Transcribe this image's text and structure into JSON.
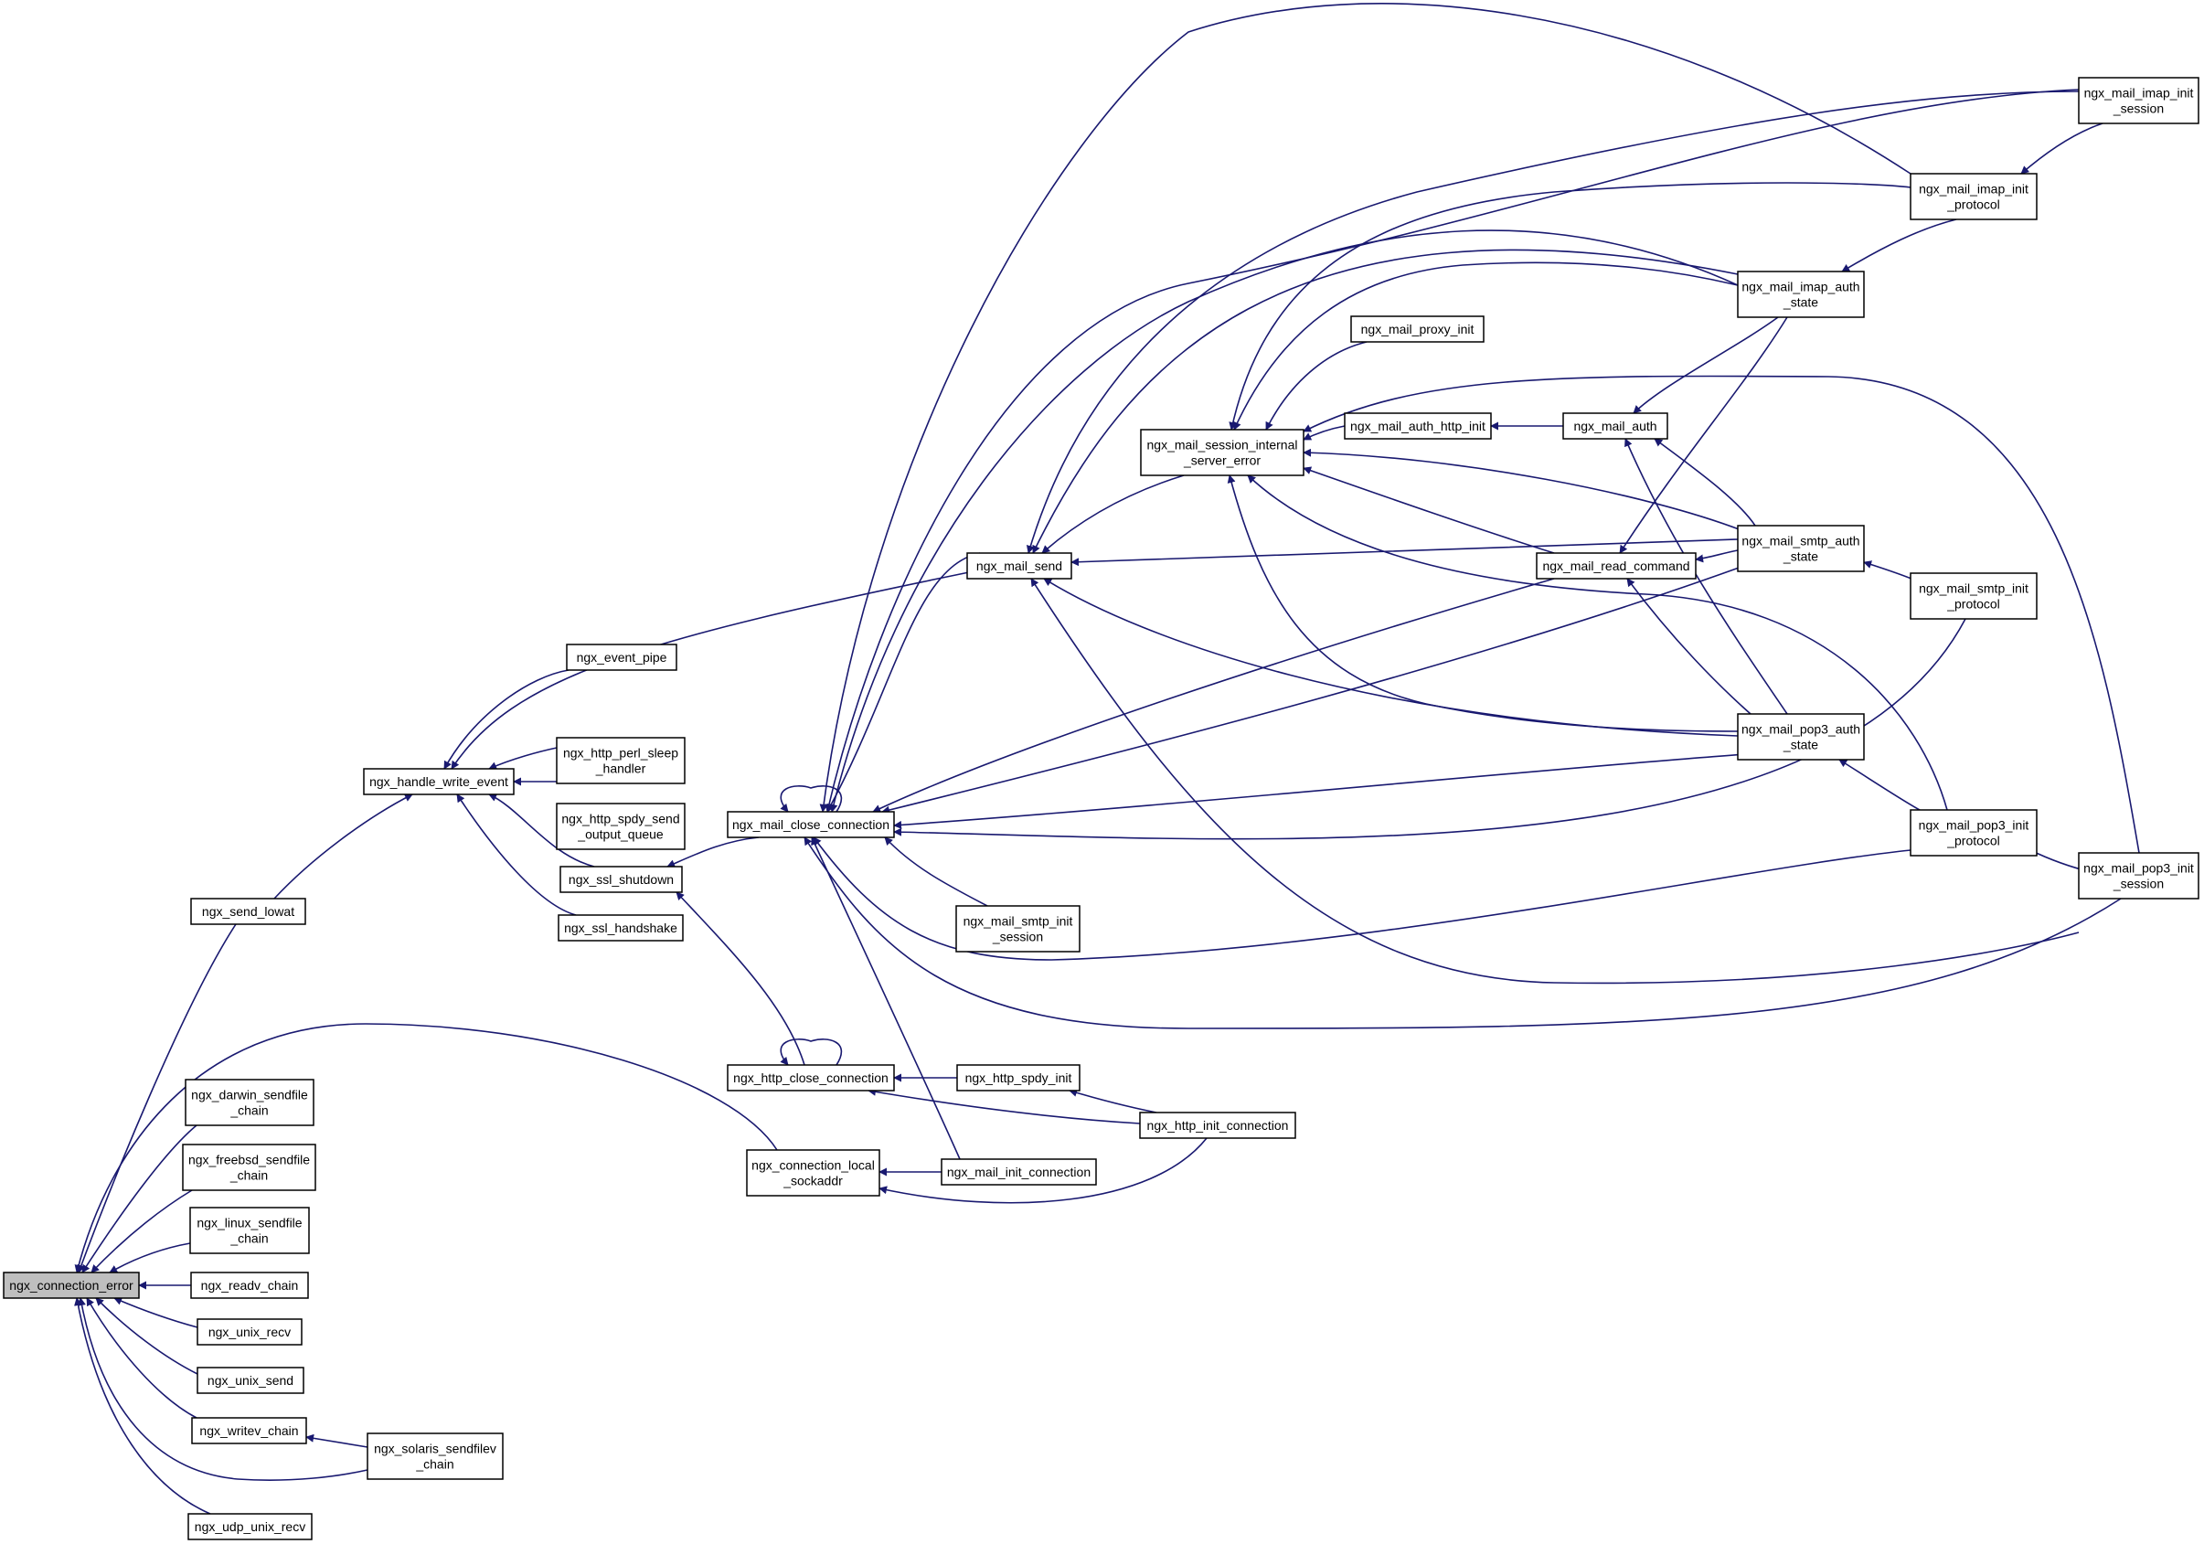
{
  "colors": {
    "edge": "#191970",
    "node_border": "#000000",
    "root_fill": "#bfbfbf",
    "node_fill": "#ffffff"
  },
  "nodes": [
    {
      "id": "ngx_connection_error",
      "lines": [
        "ngx_connection_error"
      ],
      "root": true
    },
    {
      "id": "ngx_send_lowat",
      "lines": [
        "ngx_send_lowat"
      ]
    },
    {
      "id": "ngx_darwin_sendfile_chain",
      "lines": [
        "ngx_darwin_sendfile",
        "_chain"
      ]
    },
    {
      "id": "ngx_freebsd_sendfile_chain",
      "lines": [
        "ngx_freebsd_sendfile",
        "_chain"
      ]
    },
    {
      "id": "ngx_linux_sendfile_chain",
      "lines": [
        "ngx_linux_sendfile",
        "_chain"
      ]
    },
    {
      "id": "ngx_readv_chain",
      "lines": [
        "ngx_readv_chain"
      ]
    },
    {
      "id": "ngx_unix_recv",
      "lines": [
        "ngx_unix_recv"
      ]
    },
    {
      "id": "ngx_unix_send",
      "lines": [
        "ngx_unix_send"
      ]
    },
    {
      "id": "ngx_writev_chain",
      "lines": [
        "ngx_writev_chain"
      ]
    },
    {
      "id": "ngx_udp_unix_recv",
      "lines": [
        "ngx_udp_unix_recv"
      ]
    },
    {
      "id": "ngx_solaris_sendfilev_chain",
      "lines": [
        "ngx_solaris_sendfilev",
        "_chain"
      ]
    },
    {
      "id": "ngx_handle_write_event",
      "lines": [
        "ngx_handle_write_event"
      ]
    },
    {
      "id": "ngx_event_pipe",
      "lines": [
        "ngx_event_pipe"
      ]
    },
    {
      "id": "ngx_http_perl_sleep_handler",
      "lines": [
        "ngx_http_perl_sleep",
        "_handler"
      ]
    },
    {
      "id": "ngx_http_spdy_send_output_queue",
      "lines": [
        "ngx_http_spdy_send",
        "_output_queue"
      ]
    },
    {
      "id": "ngx_ssl_shutdown",
      "lines": [
        "ngx_ssl_shutdown"
      ]
    },
    {
      "id": "ngx_ssl_handshake",
      "lines": [
        "ngx_ssl_handshake"
      ]
    },
    {
      "id": "ngx_mail_close_connection",
      "lines": [
        "ngx_mail_close_connection"
      ]
    },
    {
      "id": "ngx_http_close_connection",
      "lines": [
        "ngx_http_close_connection"
      ]
    },
    {
      "id": "ngx_connection_local_sockaddr",
      "lines": [
        "ngx_connection_local",
        "_sockaddr"
      ]
    },
    {
      "id": "ngx_mail_send",
      "lines": [
        "ngx_mail_send"
      ]
    },
    {
      "id": "ngx_mail_smtp_init_session",
      "lines": [
        "ngx_mail_smtp_init",
        "_session"
      ]
    },
    {
      "id": "ngx_http_spdy_init",
      "lines": [
        "ngx_http_spdy_init"
      ]
    },
    {
      "id": "ngx_mail_init_connection",
      "lines": [
        "ngx_mail_init_connection"
      ]
    },
    {
      "id": "ngx_http_init_connection",
      "lines": [
        "ngx_http_init_connection"
      ]
    },
    {
      "id": "ngx_mail_session_internal_server_error",
      "lines": [
        "ngx_mail_session_internal",
        "_server_error"
      ]
    },
    {
      "id": "ngx_mail_proxy_init",
      "lines": [
        "ngx_mail_proxy_init"
      ]
    },
    {
      "id": "ngx_mail_auth_http_init",
      "lines": [
        "ngx_mail_auth_http_init"
      ]
    },
    {
      "id": "ngx_mail_read_command",
      "lines": [
        "ngx_mail_read_command"
      ]
    },
    {
      "id": "ngx_mail_auth",
      "lines": [
        "ngx_mail_auth"
      ]
    },
    {
      "id": "ngx_mail_imap_auth_state",
      "lines": [
        "ngx_mail_imap_auth",
        "_state"
      ]
    },
    {
      "id": "ngx_mail_smtp_auth_state",
      "lines": [
        "ngx_mail_smtp_auth",
        "_state"
      ]
    },
    {
      "id": "ngx_mail_pop3_auth_state",
      "lines": [
        "ngx_mail_pop3_auth",
        "_state"
      ]
    },
    {
      "id": "ngx_mail_imap_init_protocol",
      "lines": [
        "ngx_mail_imap_init",
        "_protocol"
      ]
    },
    {
      "id": "ngx_mail_smtp_init_protocol",
      "lines": [
        "ngx_mail_smtp_init",
        "_protocol"
      ]
    },
    {
      "id": "ngx_mail_pop3_init_protocol",
      "lines": [
        "ngx_mail_pop3_init",
        "_protocol"
      ]
    },
    {
      "id": "ngx_mail_imap_init_session",
      "lines": [
        "ngx_mail_imap_init",
        "_session"
      ]
    },
    {
      "id": "ngx_mail_pop3_init_session",
      "lines": [
        "ngx_mail_pop3_init",
        "_session"
      ]
    }
  ],
  "edges": [
    {
      "from": "ngx_send_lowat",
      "to": "ngx_connection_error"
    },
    {
      "from": "ngx_connection_local_sockaddr",
      "to": "ngx_connection_error"
    },
    {
      "from": "ngx_darwin_sendfile_chain",
      "to": "ngx_connection_error"
    },
    {
      "from": "ngx_freebsd_sendfile_chain",
      "to": "ngx_connection_error"
    },
    {
      "from": "ngx_linux_sendfile_chain",
      "to": "ngx_connection_error"
    },
    {
      "from": "ngx_readv_chain",
      "to": "ngx_connection_error"
    },
    {
      "from": "ngx_unix_recv",
      "to": "ngx_connection_error"
    },
    {
      "from": "ngx_unix_send",
      "to": "ngx_connection_error"
    },
    {
      "from": "ngx_writev_chain",
      "to": "ngx_connection_error"
    },
    {
      "from": "ngx_solaris_sendfilev_chain",
      "to": "ngx_connection_error"
    },
    {
      "from": "ngx_udp_unix_recv",
      "to": "ngx_connection_error"
    },
    {
      "from": "ngx_solaris_sendfilev_chain",
      "to": "ngx_writev_chain"
    },
    {
      "from": "ngx_handle_write_event",
      "to": "ngx_send_lowat"
    },
    {
      "from": "ngx_event_pipe",
      "to": "ngx_handle_write_event"
    },
    {
      "from": "ngx_mail_send",
      "to": "ngx_handle_write_event"
    },
    {
      "from": "ngx_http_perl_sleep_handler",
      "to": "ngx_handle_write_event"
    },
    {
      "from": "ngx_http_spdy_send_output_queue",
      "to": "ngx_handle_write_event"
    },
    {
      "from": "ngx_ssl_shutdown",
      "to": "ngx_handle_write_event"
    },
    {
      "from": "ngx_ssl_handshake",
      "to": "ngx_handle_write_event"
    },
    {
      "from": "ngx_mail_close_connection",
      "to": "ngx_ssl_shutdown"
    },
    {
      "from": "ngx_http_close_connection",
      "to": "ngx_ssl_shutdown"
    },
    {
      "from": "ngx_mail_close_connection",
      "to": "ngx_mail_close_connection"
    },
    {
      "from": "ngx_http_close_connection",
      "to": "ngx_http_close_connection"
    },
    {
      "from": "ngx_mail_send",
      "to": "ngx_mail_close_connection"
    },
    {
      "from": "ngx_mail_smtp_init_session",
      "to": "ngx_mail_close_connection"
    },
    {
      "from": "ngx_mail_init_connection",
      "to": "ngx_mail_close_connection"
    },
    {
      "from": "ngx_mail_read_command",
      "to": "ngx_mail_close_connection"
    },
    {
      "from": "ngx_mail_smtp_auth_state",
      "to": "ngx_mail_close_connection"
    },
    {
      "from": "ngx_mail_pop3_auth_state",
      "to": "ngx_mail_close_connection"
    },
    {
      "from": "ngx_mail_smtp_init_protocol",
      "to": "ngx_mail_close_connection"
    },
    {
      "from": "ngx_mail_pop3_init_protocol",
      "to": "ngx_mail_close_connection"
    },
    {
      "from": "ngx_mail_pop3_init_session",
      "to": "ngx_mail_close_connection"
    },
    {
      "from": "ngx_mail_imap_init_protocol",
      "to": "ngx_mail_close_connection"
    },
    {
      "from": "ngx_mail_imap_init_session",
      "to": "ngx_mail_close_connection"
    },
    {
      "from": "ngx_mail_imap_auth_state",
      "to": "ngx_mail_close_connection"
    },
    {
      "from": "ngx_http_spdy_init",
      "to": "ngx_http_close_connection"
    },
    {
      "from": "ngx_http_init_connection",
      "to": "ngx_http_close_connection"
    },
    {
      "from": "ngx_http_init_connection",
      "to": "ngx_http_spdy_init"
    },
    {
      "from": "ngx_mail_init_connection",
      "to": "ngx_connection_local_sockaddr"
    },
    {
      "from": "ngx_http_init_connection",
      "to": "ngx_connection_local_sockaddr"
    },
    {
      "from": "ngx_mail_session_internal_server_error",
      "to": "ngx_mail_send"
    },
    {
      "from": "ngx_mail_smtp_auth_state",
      "to": "ngx_mail_send"
    },
    {
      "from": "ngx_mail_pop3_auth_state",
      "to": "ngx_mail_send"
    },
    {
      "from": "ngx_mail_imap_auth_state",
      "to": "ngx_mail_send"
    },
    {
      "from": "ngx_mail_imap_init_session",
      "to": "ngx_mail_send"
    },
    {
      "from": "ngx_mail_pop3_init_session",
      "to": "ngx_mail_send"
    },
    {
      "from": "ngx_mail_proxy_init",
      "to": "ngx_mail_session_internal_server_error"
    },
    {
      "from": "ngx_mail_auth_http_init",
      "to": "ngx_mail_session_internal_server_error"
    },
    {
      "from": "ngx_mail_read_command",
      "to": "ngx_mail_session_internal_server_error"
    },
    {
      "from": "ngx_mail_imap_auth_state",
      "to": "ngx_mail_session_internal_server_error"
    },
    {
      "from": "ngx_mail_imap_init_protocol",
      "to": "ngx_mail_session_internal_server_error"
    },
    {
      "from": "ngx_mail_smtp_auth_state",
      "to": "ngx_mail_session_internal_server_error"
    },
    {
      "from": "ngx_mail_pop3_auth_state",
      "to": "ngx_mail_session_internal_server_error"
    },
    {
      "from": "ngx_mail_pop3_init_protocol",
      "to": "ngx_mail_session_internal_server_error"
    },
    {
      "from": "ngx_mail_pop3_init_session",
      "to": "ngx_mail_session_internal_server_error"
    },
    {
      "from": "ngx_mail_auth",
      "to": "ngx_mail_auth_http_init"
    },
    {
      "from": "ngx_mail_imap_auth_state",
      "to": "ngx_mail_auth"
    },
    {
      "from": "ngx_mail_smtp_auth_state",
      "to": "ngx_mail_auth"
    },
    {
      "from": "ngx_mail_pop3_auth_state",
      "to": "ngx_mail_auth"
    },
    {
      "from": "ngx_mail_imap_auth_state",
      "to": "ngx_mail_read_command"
    },
    {
      "from": "ngx_mail_smtp_auth_state",
      "to": "ngx_mail_read_command"
    },
    {
      "from": "ngx_mail_pop3_auth_state",
      "to": "ngx_mail_read_command"
    },
    {
      "from": "ngx_mail_imap_init_protocol",
      "to": "ngx_mail_imap_auth_state"
    },
    {
      "from": "ngx_mail_smtp_init_protocol",
      "to": "ngx_mail_smtp_auth_state"
    },
    {
      "from": "ngx_mail_pop3_init_protocol",
      "to": "ngx_mail_pop3_auth_state"
    },
    {
      "from": "ngx_mail_imap_init_session",
      "to": "ngx_mail_imap_init_protocol"
    },
    {
      "from": "ngx_mail_pop3_init_session",
      "to": "ngx_mail_pop3_init_protocol"
    }
  ]
}
